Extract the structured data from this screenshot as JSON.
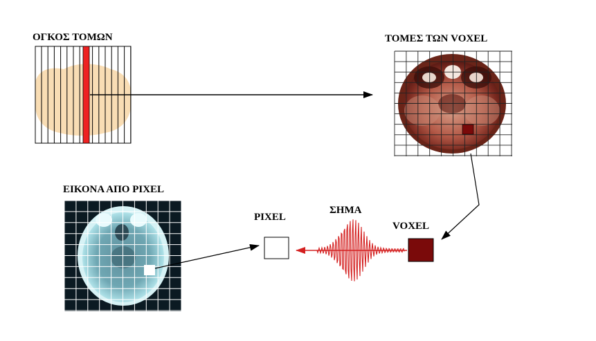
{
  "labels": {
    "volume": "ΟΓΚΟΣ ΤΟΜΩΝ",
    "voxel_slices": "ΤΟΜΕΣ ΤΩΝ VOXEL",
    "pixel_image": "ΕΙΚΟΝΑ ΑΠΟ PIXEL",
    "pixel": "PIXEL",
    "signal": "ΣΗΜΑ",
    "voxel": "VOXEL"
  },
  "colors": {
    "volume_fill": "#f9ddb4",
    "slice_highlight": "#ee2222",
    "voxel_marker": "#7a0a0a",
    "signal_wave": "#d42020",
    "mri_background": "#0b1a22",
    "grid_light": "#ffffff",
    "grid_dark": "#111111"
  }
}
